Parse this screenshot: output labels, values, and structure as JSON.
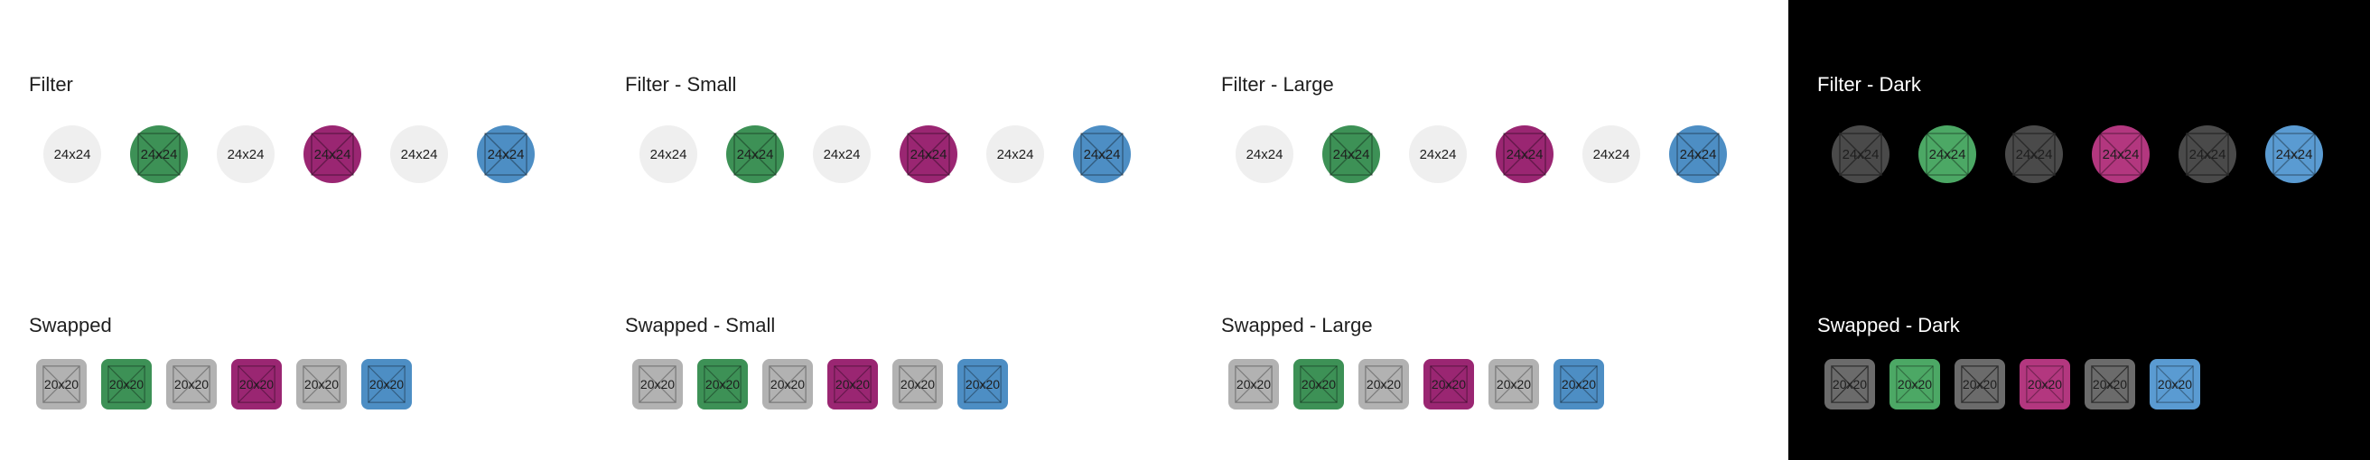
{
  "colors": {
    "neutral": "#efefef",
    "neutral_dark": "#4a4a4a",
    "swap_neutral": "#b2b2b2",
    "swap_neutral_dark": "#6b6b6b",
    "green": "#3d9156",
    "green_dark": "#4ca865",
    "magenta": "#9a2672",
    "magenta_dark": "#b3377f",
    "blue": "#4d8ec4",
    "blue_dark": "#5a9bd2"
  },
  "sections": [
    {
      "title": "Filter",
      "kind": "filter",
      "theme": "light",
      "items": [
        {
          "label": "24x24",
          "tone": "neutral",
          "icon": "image-placeholder-icon"
        },
        {
          "label": "24x24",
          "tone": "green",
          "icon": "image-placeholder-icon"
        },
        {
          "label": "24x24",
          "tone": "neutral",
          "icon": "image-placeholder-icon"
        },
        {
          "label": "24x24",
          "tone": "magenta",
          "icon": "image-placeholder-icon"
        },
        {
          "label": "24x24",
          "tone": "neutral",
          "icon": "image-placeholder-icon"
        },
        {
          "label": "24x24",
          "tone": "blue",
          "icon": "image-placeholder-icon"
        }
      ]
    },
    {
      "title": "Filter - Small",
      "kind": "filter",
      "theme": "light",
      "items": [
        {
          "label": "24x24",
          "tone": "neutral",
          "icon": "image-placeholder-icon"
        },
        {
          "label": "24x24",
          "tone": "green",
          "icon": "image-placeholder-icon"
        },
        {
          "label": "24x24",
          "tone": "neutral",
          "icon": "image-placeholder-icon"
        },
        {
          "label": "24x24",
          "tone": "magenta",
          "icon": "image-placeholder-icon"
        },
        {
          "label": "24x24",
          "tone": "neutral",
          "icon": "image-placeholder-icon"
        },
        {
          "label": "24x24",
          "tone": "blue",
          "icon": "image-placeholder-icon"
        }
      ]
    },
    {
      "title": "Filter - Large",
      "kind": "filter",
      "theme": "light",
      "items": [
        {
          "label": "24x24",
          "tone": "neutral",
          "icon": "image-placeholder-icon"
        },
        {
          "label": "24x24",
          "tone": "green",
          "icon": "image-placeholder-icon"
        },
        {
          "label": "24x24",
          "tone": "neutral",
          "icon": "image-placeholder-icon"
        },
        {
          "label": "24x24",
          "tone": "magenta",
          "icon": "image-placeholder-icon"
        },
        {
          "label": "24x24",
          "tone": "neutral",
          "icon": "image-placeholder-icon"
        },
        {
          "label": "24x24",
          "tone": "blue",
          "icon": "image-placeholder-icon"
        }
      ]
    },
    {
      "title": "Filter - Dark",
      "kind": "filter",
      "theme": "dark",
      "items": [
        {
          "label": "24x24",
          "tone": "neutral",
          "icon": "image-placeholder-icon"
        },
        {
          "label": "24x24",
          "tone": "green",
          "icon": "image-placeholder-icon"
        },
        {
          "label": "24x24",
          "tone": "neutral",
          "icon": "image-placeholder-icon"
        },
        {
          "label": "24x24",
          "tone": "magenta",
          "icon": "image-placeholder-icon"
        },
        {
          "label": "24x24",
          "tone": "neutral",
          "icon": "image-placeholder-icon"
        },
        {
          "label": "24x24",
          "tone": "blue",
          "icon": "image-placeholder-icon"
        }
      ]
    },
    {
      "title": "Swapped",
      "kind": "swapped",
      "theme": "light",
      "items": [
        {
          "label": "20x20",
          "tone": "neutral",
          "icon": "image-placeholder-icon"
        },
        {
          "label": "20x20",
          "tone": "green",
          "icon": "image-placeholder-icon"
        },
        {
          "label": "20x20",
          "tone": "neutral",
          "icon": "image-placeholder-icon"
        },
        {
          "label": "20x20",
          "tone": "magenta",
          "icon": "image-placeholder-icon"
        },
        {
          "label": "20x20",
          "tone": "neutral",
          "icon": "image-placeholder-icon"
        },
        {
          "label": "20x20",
          "tone": "blue",
          "icon": "image-placeholder-icon"
        }
      ]
    },
    {
      "title": "Swapped - Small",
      "kind": "swapped",
      "theme": "light",
      "items": [
        {
          "label": "20x20",
          "tone": "neutral",
          "icon": "image-placeholder-icon"
        },
        {
          "label": "20x20",
          "tone": "green",
          "icon": "image-placeholder-icon"
        },
        {
          "label": "20x20",
          "tone": "neutral",
          "icon": "image-placeholder-icon"
        },
        {
          "label": "20x20",
          "tone": "magenta",
          "icon": "image-placeholder-icon"
        },
        {
          "label": "20x20",
          "tone": "neutral",
          "icon": "image-placeholder-icon"
        },
        {
          "label": "20x20",
          "tone": "blue",
          "icon": "image-placeholder-icon"
        }
      ]
    },
    {
      "title": "Swapped - Large",
      "kind": "swapped",
      "theme": "light",
      "items": [
        {
          "label": "20x20",
          "tone": "neutral",
          "icon": "image-placeholder-icon"
        },
        {
          "label": "20x20",
          "tone": "green",
          "icon": "image-placeholder-icon"
        },
        {
          "label": "20x20",
          "tone": "neutral",
          "icon": "image-placeholder-icon"
        },
        {
          "label": "20x20",
          "tone": "magenta",
          "icon": "image-placeholder-icon"
        },
        {
          "label": "20x20",
          "tone": "neutral",
          "icon": "image-placeholder-icon"
        },
        {
          "label": "20x20",
          "tone": "blue",
          "icon": "image-placeholder-icon"
        }
      ]
    },
    {
      "title": "Swapped - Dark",
      "kind": "swapped",
      "theme": "dark",
      "items": [
        {
          "label": "20x20",
          "tone": "neutral",
          "icon": "image-placeholder-icon"
        },
        {
          "label": "20x20",
          "tone": "green",
          "icon": "image-placeholder-icon"
        },
        {
          "label": "20x20",
          "tone": "neutral",
          "icon": "image-placeholder-icon"
        },
        {
          "label": "20x20",
          "tone": "magenta",
          "icon": "image-placeholder-icon"
        },
        {
          "label": "20x20",
          "tone": "neutral",
          "icon": "image-placeholder-icon"
        },
        {
          "label": "20x20",
          "tone": "blue",
          "icon": "image-placeholder-icon"
        }
      ]
    }
  ]
}
